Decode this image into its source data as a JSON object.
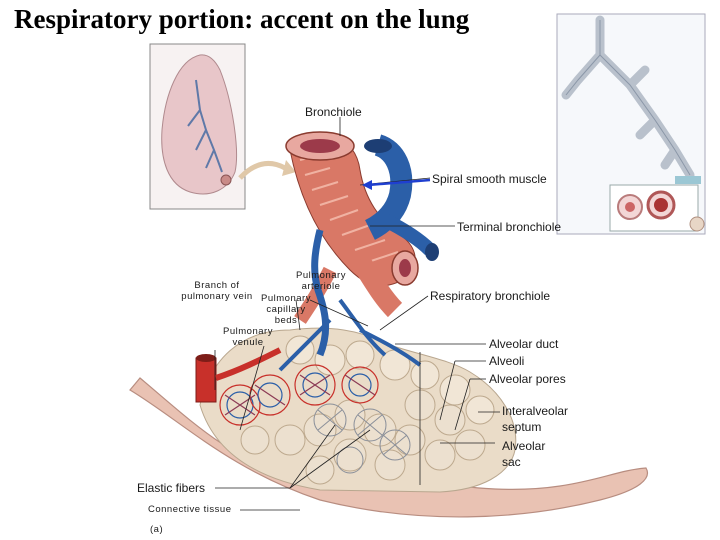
{
  "slide": {
    "title": "Respiratory portion: accent on the lung"
  },
  "labels": {
    "bronchiole": "Bronchiole",
    "spiral_smooth_muscle": "Spiral smooth muscle",
    "terminal_bronchiole": "Terminal bronchiole",
    "pulmonary_arteriole": "Pulmonary arteriole",
    "branch_pulmonary_vein": "Branch of pulmonary vein",
    "pulmonary_capillary_beds": "Pulmonary capillary beds",
    "pulmonary_venule": "Pulmonary venule",
    "respiratory_bronchiole": "Respiratory bronchiole",
    "alveolar_duct": "Alveolar duct",
    "alveoli": "Alveoli",
    "alveolar_pores": "Alveolar pores",
    "interalveolar_septum": "Interalveolar septum",
    "alveolar_sac": "Alveolar sac",
    "elastic_fibers": "Elastic fibers",
    "connective_tissue": "Connective tissue",
    "panel_letter": "(a)"
  },
  "colors": {
    "vein_blue": "#2b5fa8",
    "artery_red": "#c8302a",
    "muscle": "#d97866",
    "alveoli": "#eadcc8",
    "lung_pink": "#e8c6c9"
  }
}
